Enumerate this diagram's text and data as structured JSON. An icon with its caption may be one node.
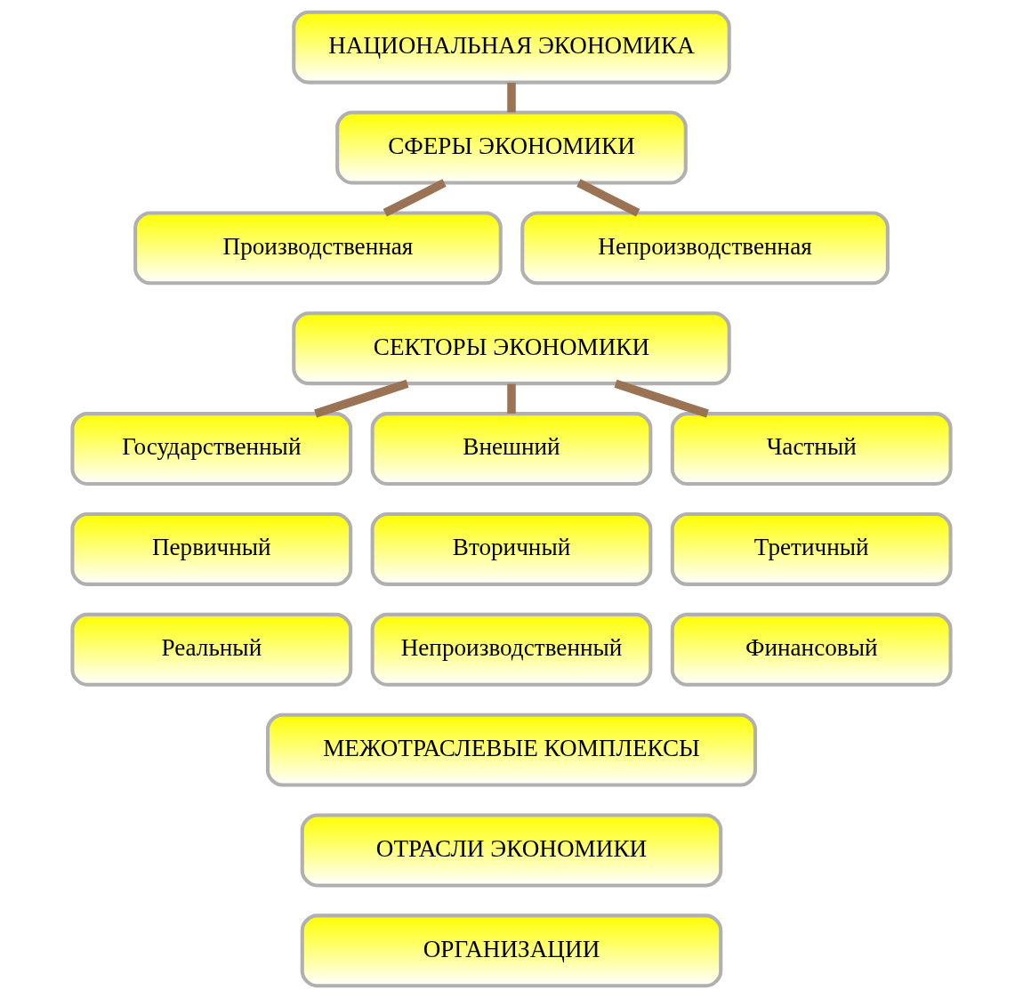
{
  "diagram": {
    "nodes": [
      {
        "text": [
          "НАЦИОНАЛЬНАЯ ЭКОНОМИКА"
        ]
      },
      {
        "text": [
          "СФЕРЫ ЭКОНОМИКИ"
        ]
      },
      {
        "text": [
          "Производственная"
        ]
      },
      {
        "text": [
          "Непроизводственная"
        ]
      },
      {
        "text": [
          "СЕКТОРЫ ЭКОНОМИКИ"
        ]
      },
      {
        "text": [
          "Государственный"
        ]
      },
      {
        "text": [
          "Внешний"
        ]
      },
      {
        "text": [
          "Частный"
        ]
      },
      {
        "text": [
          "Первичный"
        ]
      },
      {
        "text": [
          "Вторичный"
        ]
      },
      {
        "text": [
          "Третичный"
        ]
      },
      {
        "text": [
          "Реальный"
        ]
      },
      {
        "text": [
          "Непроизводственный"
        ]
      },
      {
        "text": [
          "Финансовый"
        ]
      },
      {
        "text": [
          "МЕЖОТРАСЛЕВЫЕ КОМПЛЕКСЫ"
        ]
      },
      {
        "text": [
          "ОТРАСЛИ ЭКОНОМИКИ"
        ]
      },
      {
        "text": [
          "ОРГАНИЗАЦИИ"
        ]
      }
    ],
    "edges": [
      {
        "from": 0,
        "to": 1,
        "arrow": "none"
      },
      {
        "from": 1,
        "to": 2,
        "arrow": "none"
      },
      {
        "from": 1,
        "to": 3,
        "arrow": "none"
      },
      {
        "from": 4,
        "to": 5,
        "arrow": "none"
      },
      {
        "from": 4,
        "to": 6,
        "arrow": "none"
      },
      {
        "from": 4,
        "to": 7,
        "arrow": "none"
      }
    ]
  }
}
